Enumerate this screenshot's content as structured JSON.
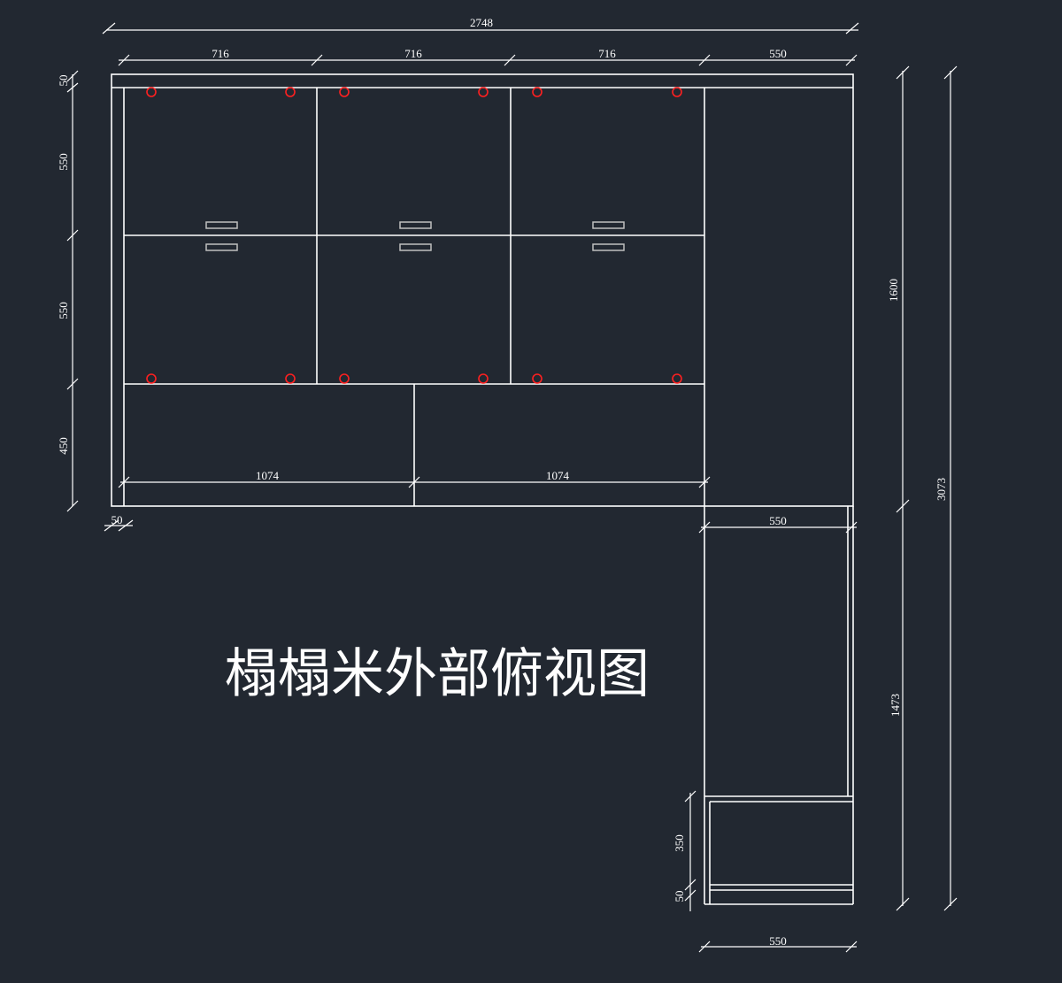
{
  "drawing": {
    "title": "榻榻米外部俯视图",
    "colors": {
      "background": "#222831",
      "lines": "#ffffff",
      "hinge": "#ff2020",
      "handle": "#bfbfbf"
    }
  },
  "dimensions": {
    "top_overall": "2748",
    "top_segment_1": "716",
    "top_segment_2": "716",
    "top_segment_3": "716",
    "top_segment_4": "550",
    "left_top_frame": "50",
    "left_row_1": "550",
    "left_row_2": "550",
    "left_row_3": "450",
    "bottom_left_frame": "50",
    "drawer_width_1": "1074",
    "drawer_width_2": "1074",
    "right_upper": "1600",
    "right_overall": "3073",
    "right_lower": "1473",
    "wing_width_top": "550",
    "wing_bottom_block": "350",
    "wing_bottom_frame": "50",
    "wing_width_bottom": "550"
  }
}
